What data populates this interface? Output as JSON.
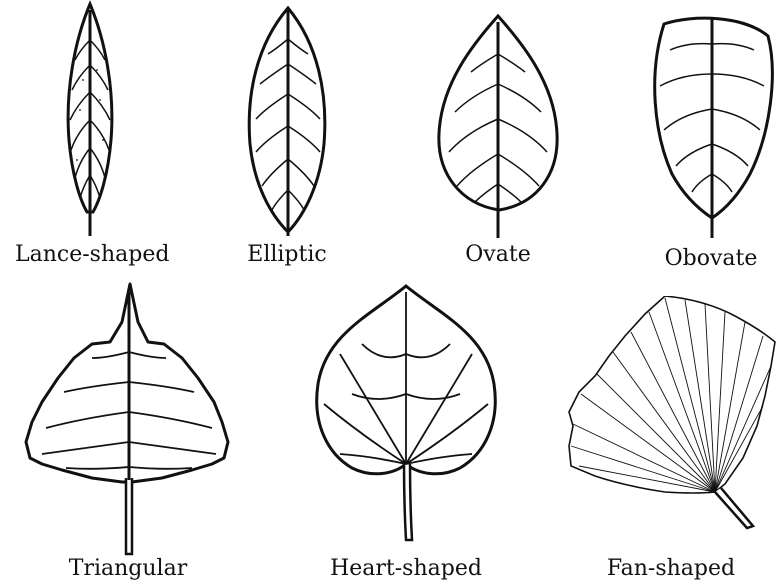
{
  "colors": {
    "ink": "#111111",
    "paper": "#ffffff"
  },
  "leaves": [
    {
      "id": "lance",
      "label": "Lance-shaped",
      "icon": "lance-shaped-leaf-icon"
    },
    {
      "id": "elliptic",
      "label": "Elliptic",
      "icon": "elliptic-leaf-icon"
    },
    {
      "id": "ovate",
      "label": "Ovate",
      "icon": "ovate-leaf-icon"
    },
    {
      "id": "obovate",
      "label": "Obovate",
      "icon": "obovate-leaf-icon"
    },
    {
      "id": "triangular",
      "label": "Triangular",
      "icon": "triangular-leaf-icon"
    },
    {
      "id": "heart",
      "label": "Heart-shaped",
      "icon": "heart-shaped-leaf-icon"
    },
    {
      "id": "fan",
      "label": "Fan-shaped",
      "icon": "fan-shaped-leaf-icon"
    }
  ]
}
